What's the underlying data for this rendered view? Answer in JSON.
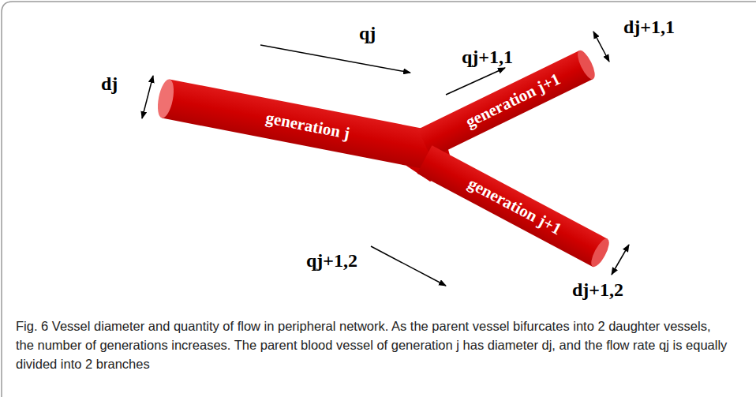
{
  "diagram": {
    "caption": "Fig. 6 Vessel diameter and quantity of flow in peripheral network. As the parent vessel bifurcates into 2 daughter vessels, the number of generations increases. The parent blood vessel of generation j has diameter dj, and the flow rate qj is equally divided into 2 branches",
    "nodes": [
      {
        "text": [
          "generation j"
        ]
      },
      {
        "text": [
          "generation j+1"
        ]
      },
      {
        "text": [
          "generation j+1"
        ]
      }
    ],
    "labels": [
      "dj",
      "qj",
      "qj+1,1",
      "dj+1,1",
      "qj+1,2",
      "dj+1,2"
    ]
  }
}
